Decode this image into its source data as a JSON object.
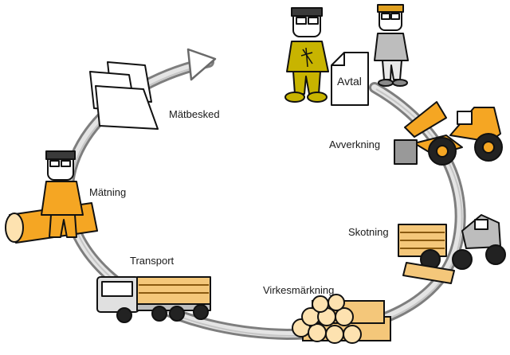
{
  "steps": {
    "avtal": "Avtal",
    "matbesked": "Mätbesked",
    "avverkning": "Avverkning",
    "matning": "Mätning",
    "skotning": "Skotning",
    "transport": "Transport",
    "virkesmarkning": "Virkesmärkning"
  },
  "colors": {
    "accent": "#f5a623",
    "yellow_shirt": "#c8b400",
    "ring": "#9a9a9a",
    "ring_light": "#e4e4e4",
    "outline": "#111111",
    "grey_shirt": "#bdbdbd"
  },
  "icons": [
    "forest-owner-person",
    "buyer-person",
    "contract-document",
    "harvester-machine",
    "forwarder-machine",
    "marked-timber-pile",
    "timber-truck",
    "measurer-person",
    "measurement-documents",
    "cycle-arrow"
  ]
}
